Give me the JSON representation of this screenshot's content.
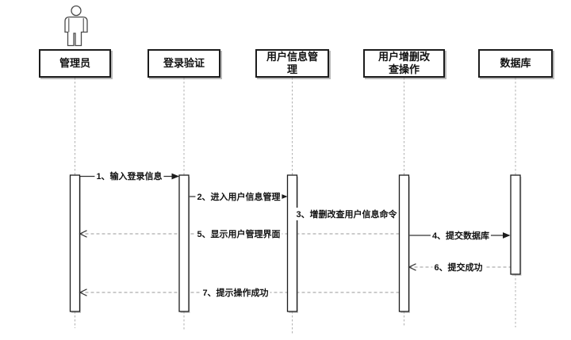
{
  "diagram": {
    "type": "uml-sequence",
    "participants": [
      {
        "label": "管理员",
        "kind": "actor"
      },
      {
        "label": "登录验证",
        "kind": "object"
      },
      {
        "label": "用户信息管理",
        "kind": "object"
      },
      {
        "label": "用户增删改查操作",
        "kind": "object"
      },
      {
        "label": "数据库",
        "kind": "object"
      }
    ],
    "messages": [
      {
        "label": "1、输入登录信息",
        "from": "管理员",
        "to": "登录验证",
        "line": "solid"
      },
      {
        "label": "2、进入用户信息管理",
        "from": "登录验证",
        "to": "用户信息管理",
        "line": "solid"
      },
      {
        "label": "3、增删改查用户信息命令",
        "from": "用户信息管理",
        "to": "用户增删改查操作",
        "line": "text-only"
      },
      {
        "label": "4、提交数据库",
        "from": "用户增删改查操作",
        "to": "数据库",
        "line": "solid"
      },
      {
        "label": "5、显示用户管理界面",
        "from": "用户增删改查操作",
        "to": "管理员",
        "line": "dashed-return"
      },
      {
        "label": "6、提交成功",
        "from": "数据库",
        "to": "用户增删改查操作",
        "line": "dashed-return"
      },
      {
        "label": "7、提示操作成功",
        "from": "用户增删改查操作",
        "to": "管理员",
        "line": "dashed-return"
      }
    ],
    "colors": {
      "solid_line": "#333333",
      "dashed_line": "#9a9a9a",
      "lifeline": "#b0b0b0",
      "border": "#1c1c1c",
      "background": "#ffffff"
    }
  }
}
